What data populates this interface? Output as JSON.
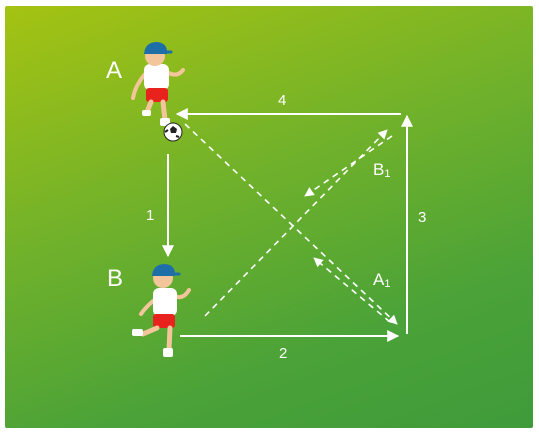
{
  "players": {
    "a": {
      "label": "A"
    },
    "b": {
      "label": "B"
    }
  },
  "paths": {
    "p1": "1",
    "p2": "2",
    "p3": "3",
    "p4": "4"
  },
  "moves": {
    "b1": {
      "main": "B",
      "sub": "1"
    },
    "a1": {
      "main": "A",
      "sub": "1"
    }
  },
  "colors": {
    "field_top": "#a5c312",
    "field_bottom": "#3f9b3a",
    "arrow": "#ffffff",
    "shirt": "#ffffff",
    "shorts": "#e8231e",
    "cap": "#1e6fa8",
    "skin": "#f2c59a"
  }
}
